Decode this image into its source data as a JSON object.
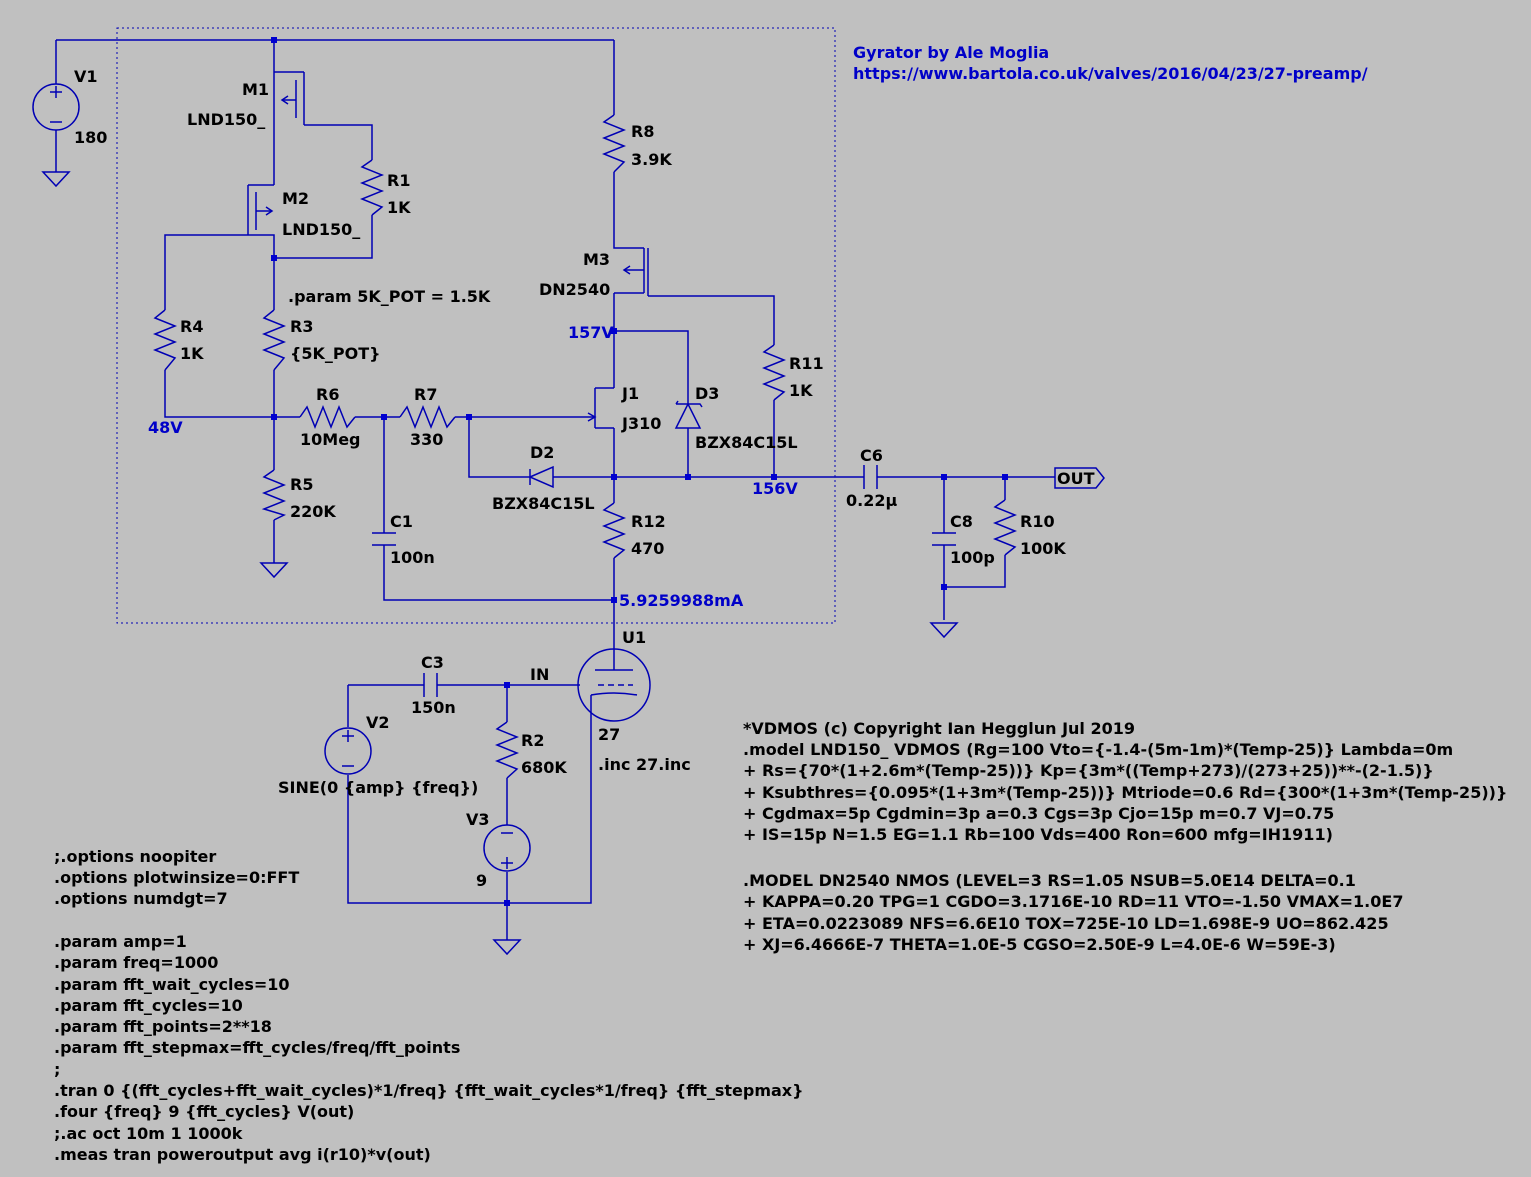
{
  "title": {
    "line1": "Gyrator by Ale Moglia",
    "line2": "https://www.bartola.co.uk/valves/2016/04/23/27-preamp/"
  },
  "components": {
    "V1": {
      "name": "V1",
      "value": "180"
    },
    "V2": {
      "name": "V2",
      "value": "SINE(0 {amp} {freq})"
    },
    "V3": {
      "name": "V3",
      "value": "9"
    },
    "M1": {
      "name": "M1",
      "value": "LND150_"
    },
    "M2": {
      "name": "M2",
      "value": "LND150_"
    },
    "M3": {
      "name": "M3",
      "value": "DN2540"
    },
    "J1": {
      "name": "J1",
      "value": "J310"
    },
    "U1": {
      "name": "U1",
      "value": "27",
      "include": ".inc 27.inc"
    },
    "R1": {
      "name": "R1",
      "value": "1K"
    },
    "R2": {
      "name": "R2",
      "value": "680K"
    },
    "R3": {
      "name": "R3",
      "value": "{5K_POT}"
    },
    "R4": {
      "name": "R4",
      "value": "1K"
    },
    "R5": {
      "name": "R5",
      "value": "220K"
    },
    "R6": {
      "name": "R6",
      "value": "10Meg"
    },
    "R7": {
      "name": "R7",
      "value": "330"
    },
    "R8": {
      "name": "R8",
      "value": "3.9K"
    },
    "R10": {
      "name": "R10",
      "value": "100K"
    },
    "R11": {
      "name": "R11",
      "value": "1K"
    },
    "R12": {
      "name": "R12",
      "value": "470"
    },
    "C1": {
      "name": "C1",
      "value": "100n"
    },
    "C3": {
      "name": "C3",
      "value": "150n"
    },
    "C6": {
      "name": "C6",
      "value": "0.22µ"
    },
    "C8": {
      "name": "C8",
      "value": "100p"
    },
    "D2": {
      "name": "D2",
      "value": "BZX84C15L"
    },
    "D3": {
      "name": "D3",
      "value": "BZX84C15L"
    }
  },
  "param_pot": ".param 5K_POT = 1.5K",
  "probes": {
    "v157": "157V",
    "v48": "48V",
    "v156": "156V",
    "current": "5.9259988mA"
  },
  "nets": {
    "out": "OUT",
    "in": "IN"
  },
  "spice_left": [
    ";.options noopiter",
    ".options plotwinsize=0:FFT",
    ".options numdgt=7",
    "",
    ".param amp=1",
    ".param freq=1000",
    ".param fft_wait_cycles=10",
    ".param fft_cycles=10",
    ".param fft_points=2**18",
    ".param fft_stepmax=fft_cycles/freq/fft_points",
    ";",
    ".tran 0 {(fft_cycles+fft_wait_cycles)*1/freq} {fft_wait_cycles*1/freq} {fft_stepmax}",
    ".four {freq} 9 {fft_cycles} V(out)",
    ";.ac oct 10m 1 1000k",
    ".meas tran poweroutput avg i(r10)*v(out)"
  ],
  "spice_right": [
    "*VDMOS (c) Copyright Ian Hegglun Jul 2019",
    ".model LND150_ VDMOS (Rg=100 Vto={-1.4-(5m-1m)*(Temp-25)} Lambda=0m",
    "+ Rs={70*(1+2.6m*(Temp-25))} Kp={3m*((Temp+273)/(273+25))**-(2-1.5)}",
    "+ Ksubthres={0.095*(1+3m*(Temp-25))} Mtriode=0.6 Rd={300*(1+3m*(Temp-25))}",
    "+ Cgdmax=5p Cgdmin=3p a=0.3 Cgs=3p Cjo=15p m=0.7 VJ=0.75",
    "+ IS=15p  N=1.5  EG=1.1 Rb=100 Vds=400 Ron=600 mfg=IH1911)",
    "",
    ".MODEL DN2540 NMOS (LEVEL=3 RS=1.05 NSUB=5.0E14 DELTA=0.1",
    "+ KAPPA=0.20 TPG=1 CGDO=3.1716E-10 RD=11 VTO=-1.50 VMAX=1.0E7",
    "+ ETA=0.0223089 NFS=6.6E10 TOX=725E-10 LD=1.698E-9 UO=862.425",
    "+ XJ=6.4666E-7 THETA=1.0E-5 CGSO=2.50E-9 L=4.0E-6 W=59E-3)"
  ],
  "colors": {
    "background": "#c0c0c0",
    "wire": "#0000b4",
    "label": "#000000",
    "probe": "#0000c8"
  }
}
